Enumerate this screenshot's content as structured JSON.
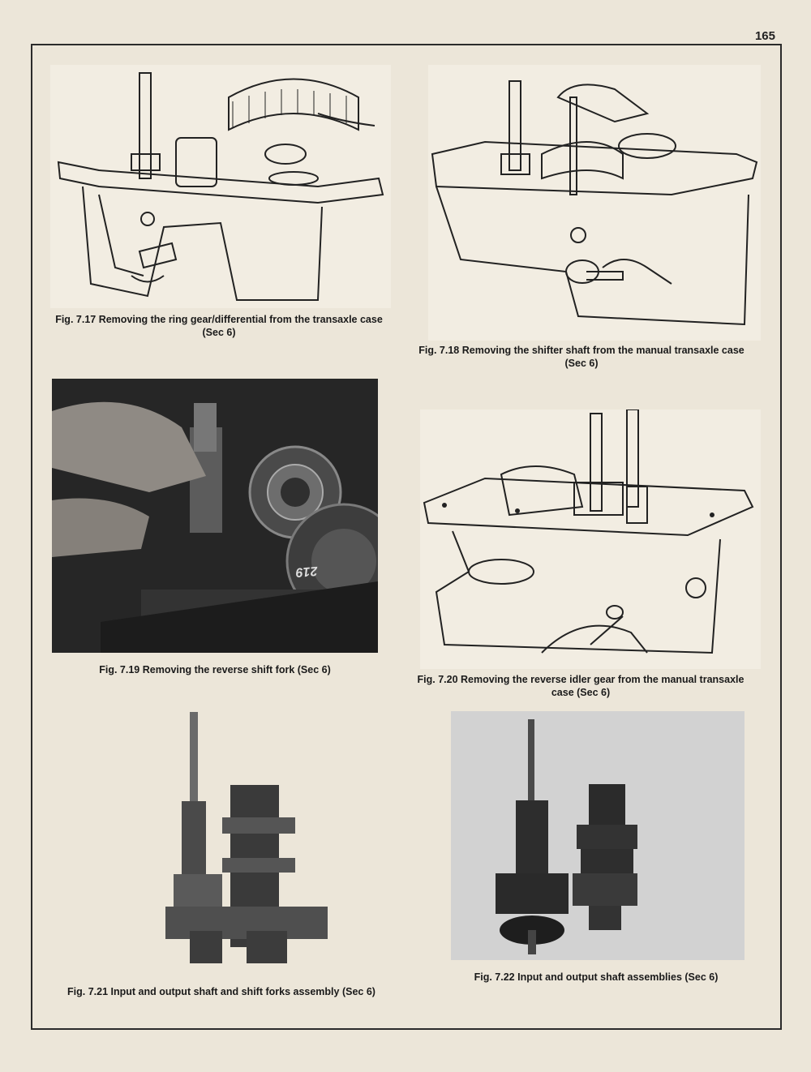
{
  "page": {
    "number": "165",
    "figure_label_219": "219"
  },
  "figures": [
    {
      "id": "7.17",
      "caption": "Fig. 7.17 Removing the ring gear/differential from the transaxle case (Sec 6)"
    },
    {
      "id": "7.18",
      "caption": "Fig. 7.18 Removing the shifter shaft from the manual transaxle case (Sec 6)"
    },
    {
      "id": "7.19",
      "caption": "Fig. 7.19 Removing the reverse shift fork (Sec 6)"
    },
    {
      "id": "7.20",
      "caption": "Fig. 7.20 Removing the reverse idler gear from the manual transaxle case (Sec 6)"
    },
    {
      "id": "7.21",
      "caption": "Fig. 7.21 Input and output shaft and shift forks assembly (Sec 6)"
    },
    {
      "id": "7.22",
      "caption": "Fig. 7.22 Input and output shaft assemblies (Sec 6)"
    }
  ]
}
